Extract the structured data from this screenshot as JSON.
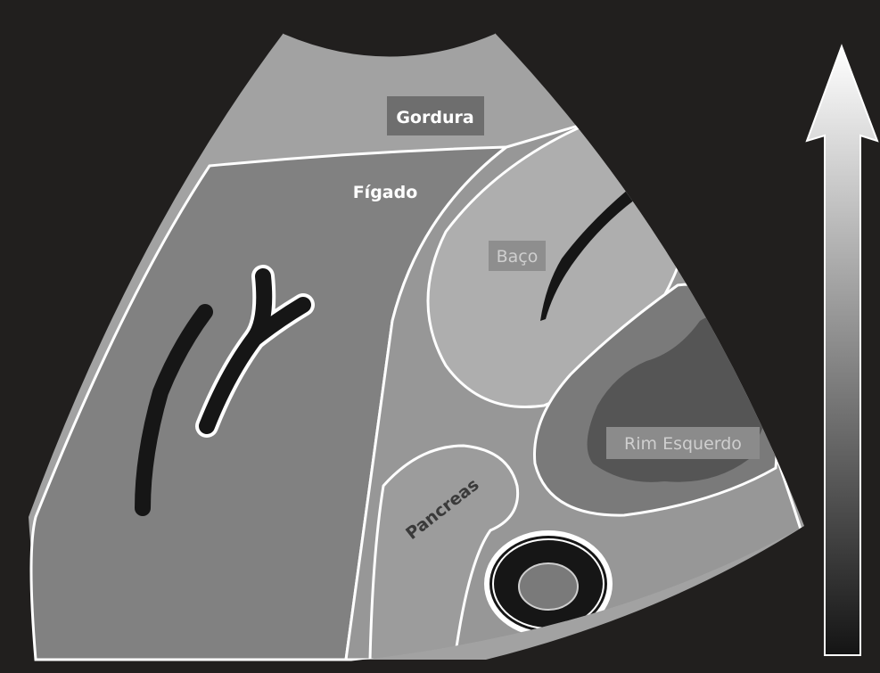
{
  "labels": {
    "gordura": "Gordura",
    "figado": "Fígado",
    "baco": "Baço",
    "rim": "Rim Esquerdo",
    "pancreas": "Pancreas"
  },
  "colors": {
    "background": "#211f1e",
    "fat": "#a2a2a2",
    "liver": "#818181",
    "spleen": "#aeaeae",
    "kidney_cortex": "#7a7a7a",
    "kidney_medulla": "#555555",
    "pancreas": "#9c9c9c",
    "label_box": "#6e6e6e",
    "label_box_light": "#8e8e8e",
    "outline": "#ffffff",
    "vessel": "#161616"
  },
  "scale_arrow": {
    "direction": "up",
    "gradient": [
      "#ffffff",
      "#141414"
    ]
  }
}
